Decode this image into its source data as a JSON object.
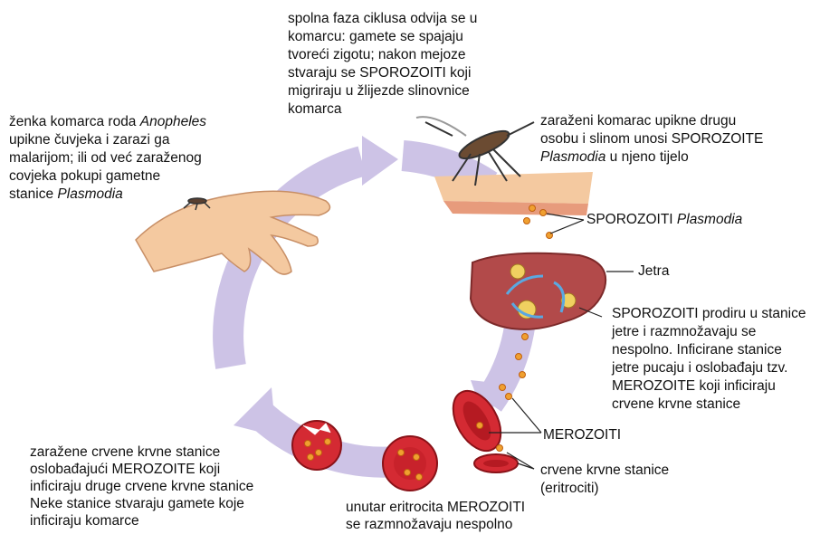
{
  "texts": {
    "top": "spolna faza ciklusa odvija se u\nkomarcu: gamete se spajaju\ntvoreći zigotu; nakon mejoze\nstvaraju se SPOROZOITI koji\nmigriraju u žlijezde slinovnice\nkomarca",
    "left_a": "ženka komarca roda ",
    "left_b": "Anopheles",
    "left_c": "\nupikne čuvjeka i zarazi ga\nmalarijom; ili od već zaraženog\ncovjeka pokupi gametne\nstanice ",
    "left_d": "Plasmodia",
    "right_a": "zaraženi komarac upikne drugu\nosobu i slinom unosi SPOROZOITE\n",
    "right_b": "Plasmodia",
    "right_c": " u njeno tijelo",
    "sporo_a": "SPOROZOITI ",
    "sporo_b": "Plasmodia",
    "jetra": "Jetra",
    "liver": "SPOROZOITI prodiru u stanice\njetre i razmnožavaju se\nnespolno. Inficirane stanice\njetre pucaju i oslobađaju tzv.\nMEROZOITE koji inficiraju\ncrvene krvne stanice",
    "merozoiti": "MEROZOITI",
    "crvene": "crvene krvne stanice\n(eritrociti)",
    "bottom_center": "unutar eritrocita MEROZOITI\nse razmnožavaju nespolno",
    "bottom_left": "zaražene crvene krvne stanice\noslobađajući MEROZOITE koji\ninficiraju druge crvene krvne stanice\nNeke stanice stvaraju gamete koje\ninficiraju komarce"
  },
  "colors": {
    "cycle_arrow": "#cdc3e6",
    "blood_cell": "#d42a33",
    "liver": "#b24a4a",
    "sporozoite": "#f0a030",
    "skin": "#f4c9a0"
  }
}
